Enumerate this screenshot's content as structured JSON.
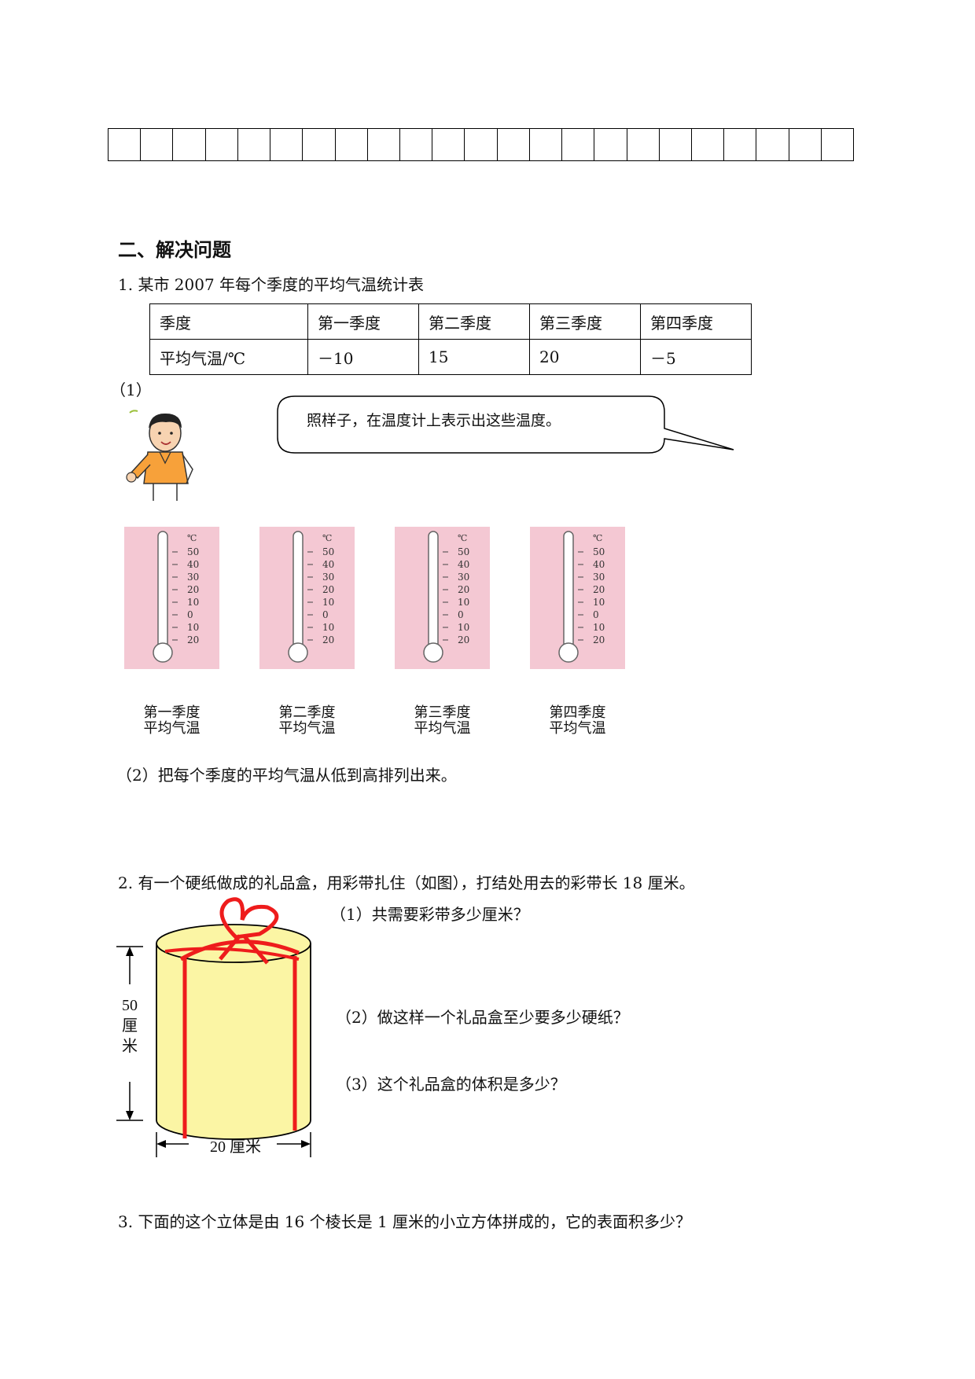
{
  "answer_grid_cells": 23,
  "section_title": "二、解决问题",
  "q1": {
    "title": "1.  某市 2007 年每个季度的平均气温统计表",
    "table": {
      "header": [
        "季度",
        "第一季度",
        "第二季度",
        "第三季度",
        "第四季度"
      ],
      "row_label": "平均气温/℃",
      "values": [
        "－10",
        "15",
        "20",
        "－5"
      ]
    },
    "part1_label": "（1）",
    "speech": "照样子，在温度计上表示出这些温度。",
    "thermometer": {
      "unit": "℃",
      "ticks": [
        "50",
        "40",
        "30",
        "20",
        "10",
        "0",
        "10",
        "20"
      ],
      "captions": [
        [
          "第一季度",
          "平均气温"
        ],
        [
          "第二季度",
          "平均气温"
        ],
        [
          "第三季度",
          "平均气温"
        ],
        [
          "第四季度",
          "平均气温"
        ]
      ]
    },
    "part2": "（2）把每个季度的平均气温从低到高排列出来。"
  },
  "q2": {
    "title": "2.  有一个硬纸做成的礼品盒，用彩带扎住（如图），打结处用去的彩带长 18 厘米。",
    "sub1": "（1）共需要彩带多少厘米？",
    "sub2": "（2）做这样一个礼品盒至少要多少硬纸？",
    "sub3": "（3）这个礼品盒的体积是多少？",
    "height_label": [
      "50",
      "厘",
      "米"
    ],
    "diameter_label": "20 厘米",
    "colors": {
      "box_fill": "#fbf5a4",
      "ribbon": "#ee1c1c"
    }
  },
  "q3": {
    "title": "3.  下面的这个立体是由 16 个棱长是 1 厘米的小立方体拼成的，它的表面积多少？"
  },
  "colors": {
    "thermo_bg": "#f4c8d3",
    "shirt": "#f7a13a"
  }
}
